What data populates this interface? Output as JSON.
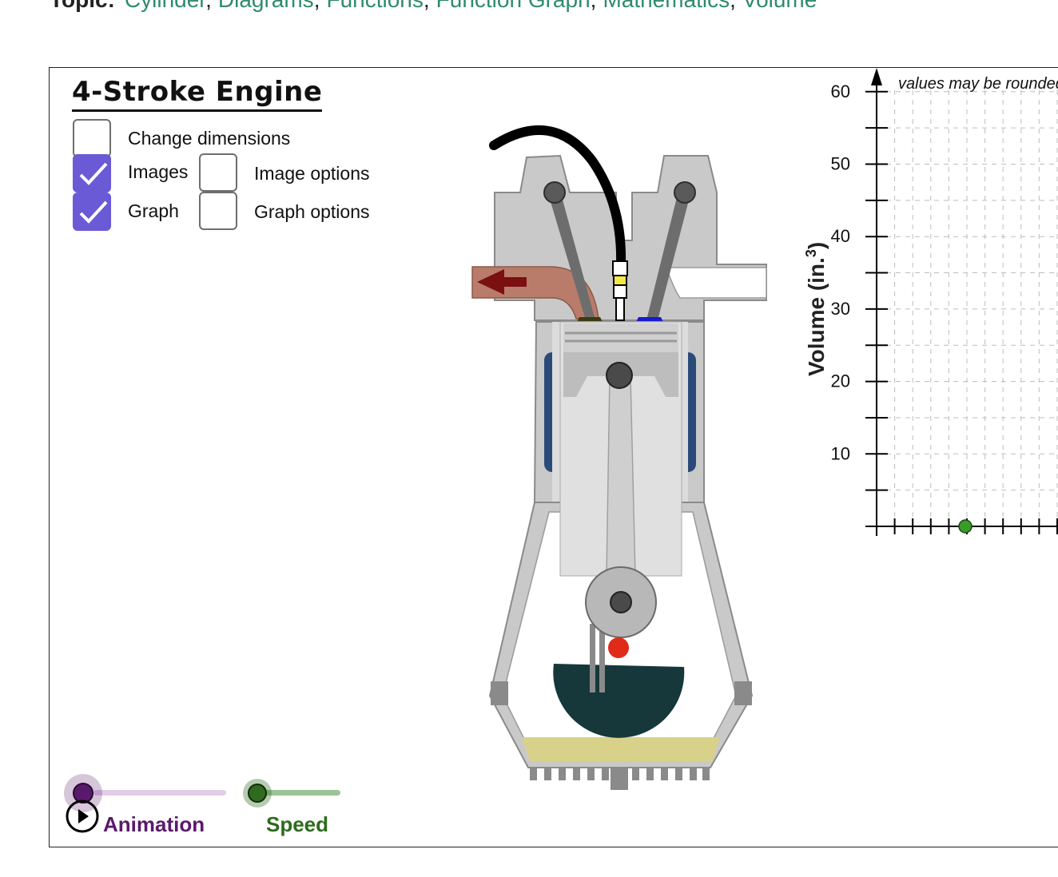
{
  "topic": {
    "label": "Topic:",
    "links": [
      "Cylinder",
      "Diagrams",
      "Functions",
      "Function Graph",
      "Mathematics",
      "Volume"
    ]
  },
  "applet": {
    "title": "4-Stroke Engine",
    "checkboxes": {
      "change_dimensions": {
        "label": "Change dimensions",
        "checked": false
      },
      "images": {
        "label": "Images",
        "checked": true
      },
      "image_options": {
        "label": "Image options",
        "checked": false
      },
      "graph": {
        "label": "Graph",
        "checked": true
      },
      "graph_options": {
        "label": "Graph options",
        "checked": false
      }
    },
    "animation_slider": {
      "label": "Animation",
      "value": 0,
      "color": "#5a1a6b",
      "track_color": "#e2cde6"
    },
    "speed_slider": {
      "label": "Speed",
      "value": 0,
      "color": "#2e6b1e",
      "track_color": "#9cc498"
    }
  },
  "graph": {
    "note": "values may be rounded",
    "ylabel_main": "Volume (in.",
    "ylabel_sup": "3",
    "ylabel_close": ")",
    "y_ticks": [
      "60",
      "50",
      "40",
      "30",
      "20",
      "10"
    ],
    "point_color": "#3a9a2a",
    "point_x_index": 5
  },
  "colors": {
    "accent": "#6a5ad6",
    "link": "#2e8b6e",
    "crankcase_fill": "#1e3b3a",
    "oil": "#d8d18a",
    "intake_valve": "#1a1acc",
    "exhaust_valve": "#3d3a10",
    "exhaust_pipe": "#b97c6a",
    "exhaust_arrow": "#7a1010",
    "spark_tip": "#f1e84a",
    "crank_pin": "#e02a1a",
    "coolant": "#2a4a7a"
  }
}
